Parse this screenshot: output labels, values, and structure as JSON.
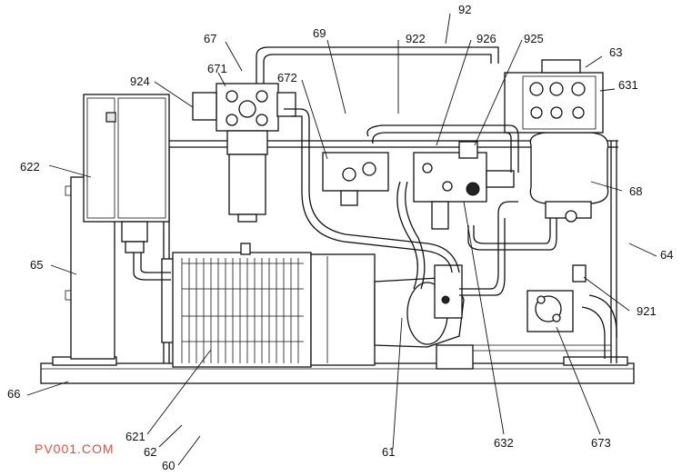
{
  "labels": {
    "l92": "92",
    "l67": "67",
    "l69": "69",
    "l922": "922",
    "l926": "926",
    "l925": "925",
    "l63": "63",
    "l671": "671",
    "l924": "924",
    "l672": "672",
    "l631": "631",
    "l622": "622",
    "l68": "68",
    "l64": "64",
    "l65": "65",
    "l921": "921",
    "l66": "66",
    "l621": "621",
    "l62": "62",
    "l60": "60",
    "l61": "61",
    "l632": "632",
    "l673": "673"
  },
  "watermark": "PV001.COM"
}
